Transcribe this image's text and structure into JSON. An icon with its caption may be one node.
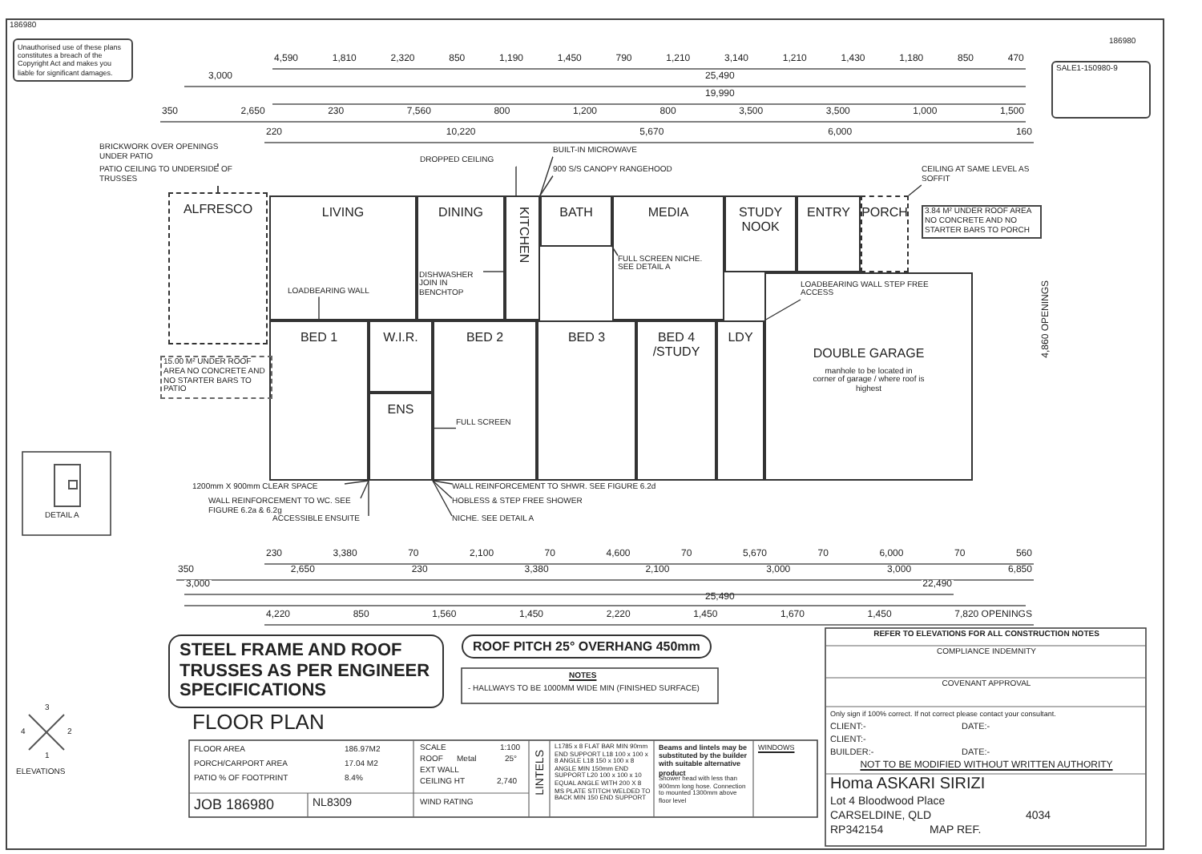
{
  "diagram": {
    "title": "FLOOR PLAN",
    "nodes": [
      {
        "text": [
          "ALFRESCO"
        ]
      },
      {
        "text": [
          "LIVING"
        ]
      },
      {
        "text": [
          "DINING"
        ]
      },
      {
        "text": [
          "KITCHEN"
        ]
      },
      {
        "text": [
          "BATH"
        ]
      },
      {
        "text": [
          "MEDIA"
        ]
      },
      {
        "text": [
          "STUDY NOOK"
        ]
      },
      {
        "text": [
          "ENTRY"
        ]
      },
      {
        "text": [
          "PORCH"
        ]
      },
      {
        "text": [
          "BED 1"
        ]
      },
      {
        "text": [
          "W.I.R."
        ]
      },
      {
        "text": [
          "ENS"
        ]
      },
      {
        "text": [
          "BED 2"
        ]
      },
      {
        "text": [
          "BED 3"
        ]
      },
      {
        "text": [
          "BED 4 /STUDY"
        ]
      },
      {
        "text": [
          "LDY"
        ]
      },
      {
        "text": [
          "DOUBLE GARAGE",
          "manhole to be located in corner of garage / where roof is highest"
        ]
      },
      {
        "text": [
          "BRICKWORK OVER OPENINGS UNDER PATIO"
        ]
      },
      {
        "text": [
          "PATIO CEILING TO UNDERSIDE OF TRUSSES"
        ]
      },
      {
        "text": [
          "DROPPED CEILING"
        ]
      },
      {
        "text": [
          "BUILT-IN MICROWAVE"
        ]
      },
      {
        "text": [
          "900 S/S CANOPY RANGEHOOD"
        ]
      },
      {
        "text": [
          "CEILING AT SAME LEVEL AS SOFFIT"
        ]
      },
      {
        "text": [
          "DISHWASHER JOIN IN BENCHTOP"
        ],
        "in": 2
      },
      {
        "text": [
          "LOADBEARING WALL"
        ],
        "in": 1
      },
      {
        "text": [
          "FULL SCREEN"
        ],
        "in": 12
      },
      {
        "text": [
          "1200mm X 900mm CLEAR SPACE"
        ]
      },
      {
        "text": [
          "WALL REINFORCEMENT TO WC. SEE FIGURE 6.2a & 6.2g"
        ]
      },
      {
        "text": [
          "ACCESSIBLE ENSUITE"
        ]
      },
      {
        "text": [
          "NICHE. SEE DETAIL A"
        ]
      },
      {
        "text": [
          "HOBLESS & STEP FREE SHOWER"
        ]
      },
      {
        "text": [
          "WALL REINFORCEMENT TO SHWR. SEE FIGURE 6.2d"
        ]
      },
      {
        "text": [
          "FULL SCREEN NICHE. SEE DETAIL A"
        ],
        "in": 5
      },
      {
        "text": [
          "LOADBEARING WALL STEP FREE ACCESS"
        ],
        "in": 16
      }
    ],
    "edges": [
      {
        "from": 17,
        "to": 0,
        "arrow": "none"
      },
      {
        "from": 18,
        "to": 0,
        "arrow": "none"
      },
      {
        "from": 19,
        "to": 3,
        "arrow": "none"
      },
      {
        "from": 20,
        "to": 3,
        "arrow": "none"
      },
      {
        "from": 21,
        "to": 3,
        "arrow": "none"
      },
      {
        "from": 22,
        "to": 8,
        "arrow": "none"
      },
      {
        "from": 23,
        "to": 3,
        "arrow": "none"
      },
      {
        "from": 24,
        "to": 9,
        "arrow": "none"
      },
      {
        "from": 32,
        "to": 4,
        "arrow": "none"
      },
      {
        "from": 33,
        "to": 15,
        "arrow": "none"
      },
      {
        "from": 25,
        "to": 11,
        "arrow": "none"
      },
      {
        "from": 26,
        "to": 11,
        "arrow": "none"
      },
      {
        "from": 27,
        "to": 11,
        "arrow": "none"
      },
      {
        "from": 28,
        "to": 11,
        "arrow": "none"
      },
      {
        "from": 29,
        "to": 11,
        "arrow": "none"
      },
      {
        "from": 30,
        "to": 11,
        "arrow": "none"
      },
      {
        "from": 31,
        "to": 11,
        "arrow": "none"
      }
    ],
    "labels": [
      "186980",
      "Unauthorised use of these plans constitutes a breach of the Copyright Act and makes you liable for significant damages.",
      "186980",
      "SALE1-150980-9",
      "4,590",
      "1,810",
      "2,320",
      "850",
      "1,190",
      "1,450",
      "790",
      "1,210",
      "3,140",
      "1,210",
      "1,430",
      "1,180",
      "850",
      "470",
      "3,000",
      "25,490",
      "19,990",
      "350",
      "2,650",
      "230",
      "7,560",
      "800",
      "1,200",
      "800",
      "3,500",
      "3,500",
      "1,000",
      "1,500",
      "220",
      "10,220",
      "5,670",
      "6,000",
      "160",
      "15.00 M² UNDER ROOF AREA NO CONCRETE AND NO STARTER BARS TO PATIO",
      "3.84 M² UNDER ROOF AREA NO CONCRETE AND NO STARTER BARS TO PORCH",
      "DETAIL A",
      "230",
      "3,380",
      "70",
      "2,100",
      "70",
      "4,600",
      "70",
      "5,670",
      "70",
      "6,000",
      "70",
      "560",
      "350",
      "2,650",
      "230",
      "3,380",
      "2,100",
      "3,000",
      "3,000",
      "6,850",
      "3,000",
      "22,490",
      "25,490",
      "4,220",
      "850",
      "1,560",
      "1,450",
      "2,220",
      "1,450",
      "1,670",
      "1,450",
      "7,820 OPENINGS",
      "STEEL FRAME AND ROOF TRUSSES AS PER ENGINEER SPECIFICATIONS",
      "ROOF PITCH 25° OVERHANG 450mm",
      "NOTES",
      "- HALLWAYS TO BE 1000MM WIDE MIN (FINISHED SURFACE)",
      "1",
      "2",
      "3",
      "4",
      "ELEVATIONS",
      "FLOOR AREA",
      "186.97M2",
      "PORCH/CARPORT AREA",
      "17.04 M2",
      "PATIO % OF FOOTPRINT",
      "8.4%",
      "SCALE",
      "1:100",
      "ROOF",
      "Metal",
      "25°",
      "EXT WALL",
      "CEILING HT",
      "2,740",
      "WIND RATING",
      "JOB 186980",
      "NL8309",
      "LINTELS",
      "L1785 x 8 FLAT BAR MIN 90mm END SUPPORT L18 100 x 100 x 8 ANGLE L18 150 x 100 x 8 ANGLE MIN 150mm END SUPPORT L20 100 x 100 x 10 EQUAL ANGLE WITH 200 X 8 MS PLATE STITCH WELDED TO BACK MIN 150 END SUPPORT",
      "Beams and lintels may be substituted by the builder with suitable alternative product",
      "Shower head with less than 900mm long hose. Connection to mounted 1300mm above floor level",
      "WINDOWS",
      "REFER TO ELEVATIONS FOR ALL CONSTRUCTION NOTES",
      "COMPLIANCE INDEMNITY",
      "COVENANT APPROVAL",
      "Only sign if 100% correct. If not correct please contact your consultant.",
      "CLIENT:-",
      "DATE:-",
      "CLIENT:-",
      "BUILDER:-",
      "DATE:-",
      "NOT TO BE MODIFIED WITHOUT WRITTEN AUTHORITY",
      "Homa ASKARI SIRIZI",
      "Lot 4 Bloodwood Place",
      "CARSELDINE, QLD",
      "4034",
      "RP342154",
      "MAP REF.",
      "4,860 OPENINGS"
    ]
  }
}
